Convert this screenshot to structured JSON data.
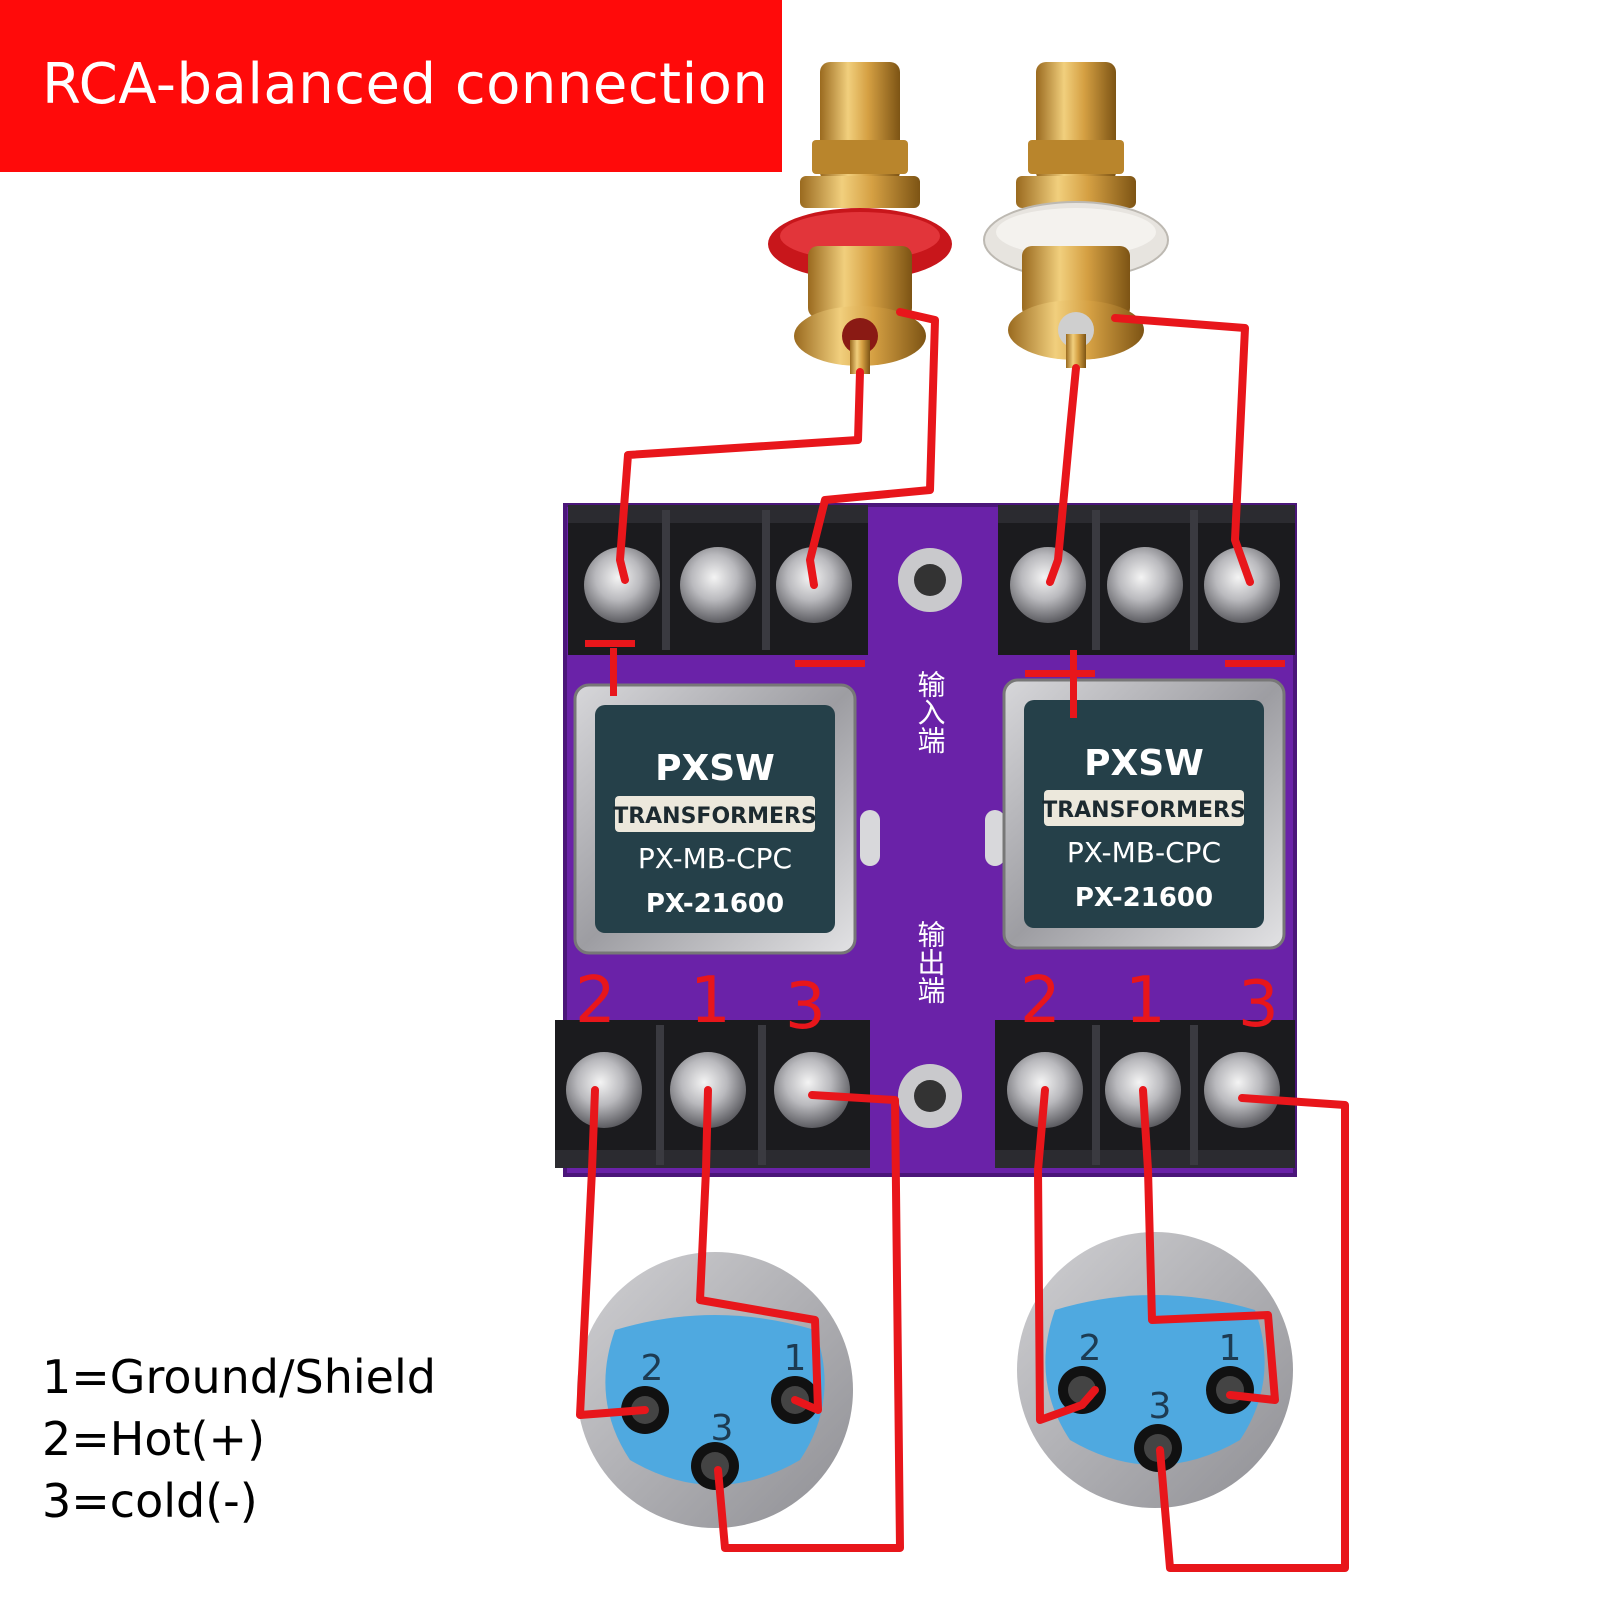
{
  "title": "RCA-balanced connection",
  "legend": {
    "pin1": "1=Ground/Shield",
    "pin2": "2=Hot(+)",
    "pin3": "3=cold(-)"
  },
  "board": {
    "left_transformer": {
      "brand": "PXSW",
      "type_label": "TRANSFORMERS",
      "model": "PX-MB-CPC",
      "part_number": "PX-21600"
    },
    "right_transformer": {
      "brand": "PXSW",
      "type_label": "TRANSFORMERS",
      "model": "PX-MB-CPC",
      "part_number": "PX-21600"
    },
    "input_label": "输入端",
    "output_label": "输出端"
  },
  "markings": {
    "plus": "+",
    "minus": "−",
    "out_pin_2": "2",
    "out_pin_1": "1",
    "out_pin_3": "3"
  },
  "xlr": {
    "pin1": "1",
    "pin2": "2",
    "pin3": "3"
  },
  "colors": {
    "banner": "#ff0a0a",
    "wire": "#e8161b",
    "board": "#6a22a8",
    "terminal_block": "#1b1b1e",
    "xlr_insert": "#4fa9e0",
    "rca_gold": "#d9a441",
    "rca_red_ring": "#c8161b",
    "rca_white_ring": "#e7e4df"
  }
}
